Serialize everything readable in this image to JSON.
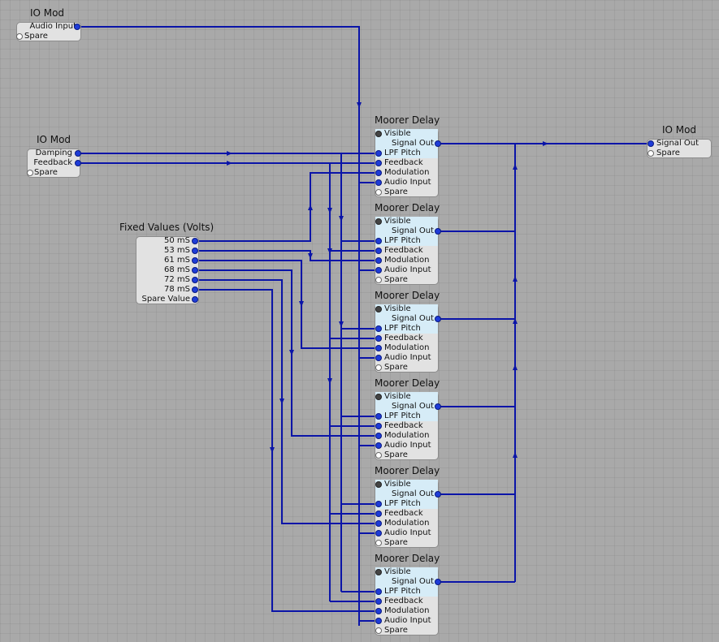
{
  "colors": {
    "wire": "#0a14a8",
    "canvas": "#a9a9a9",
    "module": "#e2e2e2",
    "port": "#1e3cd8"
  },
  "io_audio": {
    "title": "IO Mod",
    "ports": [
      "Audio Input",
      "Spare"
    ]
  },
  "io_params": {
    "title": "IO Mod",
    "ports": [
      "Damping",
      "Feedback",
      "Spare"
    ]
  },
  "fixed_values": {
    "title": "Fixed Values (Volts)",
    "ports": [
      "50 mS",
      "53 mS",
      "61 mS",
      "68 mS",
      "72 mS",
      "78 mS",
      "Spare Value"
    ]
  },
  "io_out": {
    "title": "IO Mod",
    "ports": [
      "Signal Out",
      "Spare"
    ]
  },
  "delays": [
    {
      "title": "Moorer Delay",
      "ports": [
        "Visible",
        "Signal Out",
        "LPF Pitch",
        "Feedback",
        "Modulation",
        "Audio Input",
        "Spare"
      ]
    },
    {
      "title": "Moorer Delay",
      "ports": [
        "Visible",
        "Signal Out",
        "LPF Pitch",
        "Feedback",
        "Modulation",
        "Audio Input",
        "Spare"
      ]
    },
    {
      "title": "Moorer Delay",
      "ports": [
        "Visible",
        "Signal Out",
        "LPF Pitch",
        "Feedback",
        "Modulation",
        "Audio Input",
        "Spare"
      ]
    },
    {
      "title": "Moorer Delay",
      "ports": [
        "Visible",
        "Signal Out",
        "LPF Pitch",
        "Feedback",
        "Modulation",
        "Audio Input",
        "Spare"
      ]
    },
    {
      "title": "Moorer Delay",
      "ports": [
        "Visible",
        "Signal Out",
        "LPF Pitch",
        "Feedback",
        "Modulation",
        "Audio Input",
        "Spare"
      ]
    },
    {
      "title": "Moorer Delay",
      "ports": [
        "Visible",
        "Signal Out",
        "LPF Pitch",
        "Feedback",
        "Modulation",
        "Audio Input",
        "Spare"
      ]
    }
  ]
}
